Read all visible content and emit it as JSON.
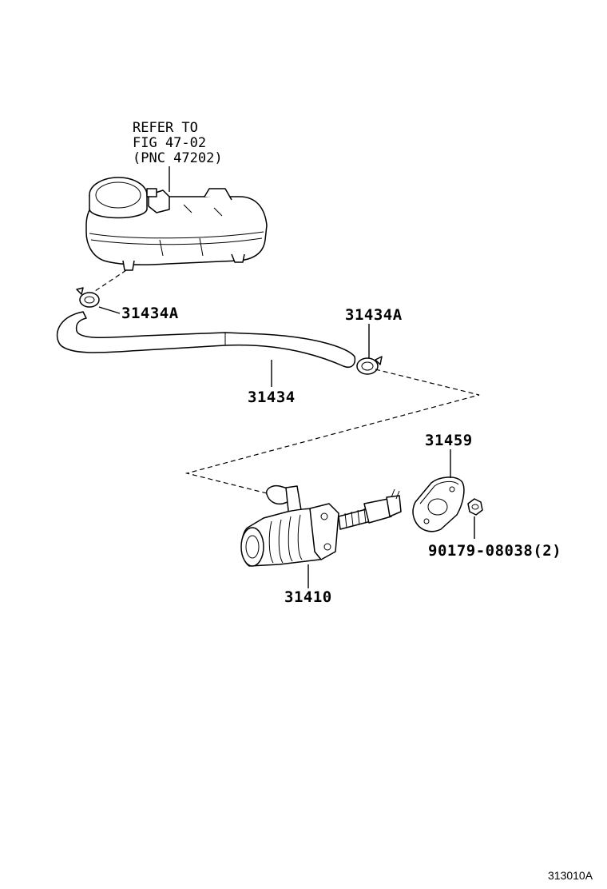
{
  "reference_note": {
    "line1": "REFER TO",
    "line2": "FIG 47-02",
    "line3": "(PNC 47202)"
  },
  "callouts": {
    "clip_left": "31434A",
    "clip_right": "31434A",
    "hose": "31434",
    "gasket": "31459",
    "nut": "90179-08038(2)",
    "master_cylinder": "31410"
  },
  "figure_number": "313010A"
}
